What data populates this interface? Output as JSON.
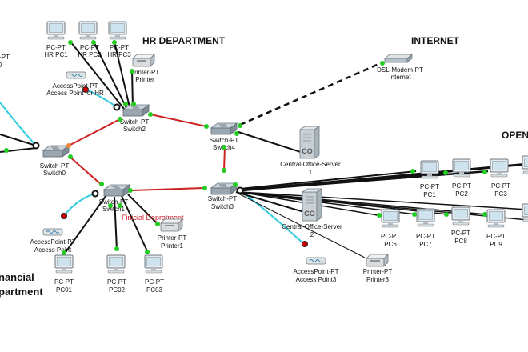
{
  "areas": {
    "hr": "HR DEPARTMENT",
    "internet": "INTERNET",
    "open": "OPEN",
    "financial_1": "nancial",
    "financial_2": "partment"
  },
  "finance_tag": "Finicial Depratment",
  "devices": {
    "hr_pc1": [
      "PC-PT",
      "HR PC1"
    ],
    "hr_pc2": [
      "PC-PT",
      "HR PC2"
    ],
    "hr_pc3": [
      "PC-PT",
      "HR PC3"
    ],
    "hr_printer": [
      "Printer-PT",
      "Printer"
    ],
    "hr_ap": [
      "AccessPoint-PT",
      "Access Point for HR"
    ],
    "switch2": [
      "Switch-PT",
      "Switch2"
    ],
    "switch0": [
      "Switch-PT",
      "Switch0"
    ],
    "switch4": [
      "Switch-PT",
      "Switch4"
    ],
    "switch3": [
      "Switch-PT",
      "Switch3"
    ],
    "switch1": [
      "Switch-PT",
      "Switch1"
    ],
    "dsl_modem": [
      "DSL-Modem-PT",
      "Internet"
    ],
    "server1": [
      "Central-Office-Server",
      "1"
    ],
    "server2": [
      "Central-Office-Server",
      "2"
    ],
    "fin_ap": [
      "AccessPoint-PT",
      "Access Point"
    ],
    "fin_printer": [
      "Printer-PT",
      "Printer1"
    ],
    "pc01": [
      "PC-PT",
      "PC01"
    ],
    "pc02": [
      "PC-PT",
      "PC02"
    ],
    "pc03": [
      "PC-PT",
      "PC03"
    ],
    "ap3": [
      "AccessPoint-PT",
      "Access Point3"
    ],
    "printer3": [
      "Printer-PT",
      "Printer3"
    ],
    "pc1": [
      "PC-PT",
      "PC1"
    ],
    "pc2": [
      "PC-PT",
      "PC2"
    ],
    "pc3": [
      "PC-PT",
      "PC3"
    ],
    "pc6": [
      "PC-PT",
      "PC6"
    ],
    "pc7": [
      "PC-PT",
      "PC7"
    ],
    "pc8": [
      "PC-PT",
      "PC8"
    ],
    "pc9": [
      "PC-PT",
      "PC9"
    ],
    "partial_left": [
      "PC-PT",
      "0"
    ]
  },
  "link_colors": {
    "switch_trunk": "#cc2222",
    "copper": "#111111",
    "wireless": "#33ccdd",
    "internet_dashed": "#111111",
    "link_up": "#22cc22",
    "link_amber": "#ee8833",
    "link_down": "#cc0000"
  }
}
